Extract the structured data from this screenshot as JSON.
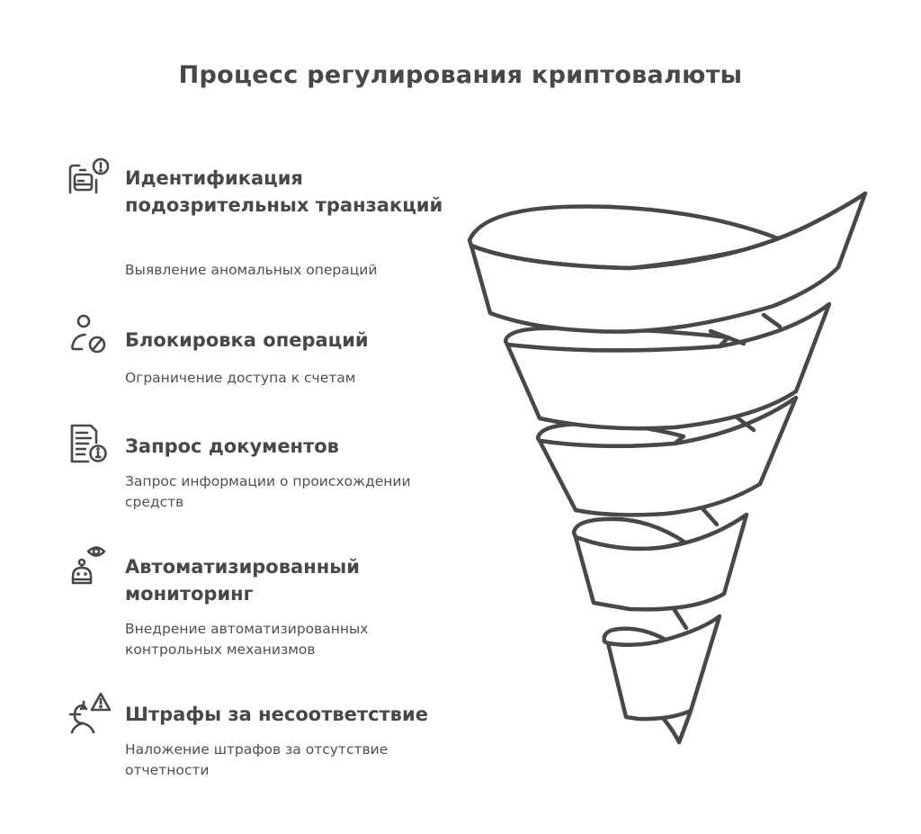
{
  "title": "Процесс регулирования криптовалюты",
  "steps": [
    {
      "icon": "suspicious-document-alert-icon",
      "heading": "Идентификация подозрительных транзакций",
      "description": "Выявление аномальных операций"
    },
    {
      "icon": "user-blocked-icon",
      "heading": "Блокировка операций",
      "description": "Ограничение доступа к счетам"
    },
    {
      "icon": "document-info-icon",
      "heading": "Запрос документов",
      "description": "Запрос информации о происхождении средств"
    },
    {
      "icon": "robot-eye-icon",
      "heading": "Автоматизированный мониторинг",
      "description": "Внедрение автоматизированных контрольных механизмов"
    },
    {
      "icon": "euro-warning-icon",
      "heading": "Штрафы за несоответствие",
      "description": "Наложение штрафов за отсутствие отчетности"
    }
  ],
  "graphic": {
    "type": "spiral-funnel",
    "stroke_color": "#484848",
    "fill_color": "#ffffff"
  },
  "colors": {
    "text": "#484848",
    "background": "#ffffff"
  }
}
